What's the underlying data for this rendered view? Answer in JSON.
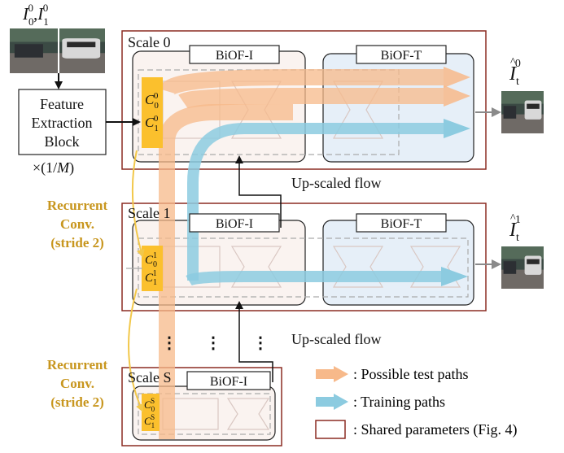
{
  "inputs": {
    "label_main": "I",
    "sub0": "0",
    "sup0": "0",
    "sub1": "1",
    "sup1": "0",
    "comma": ","
  },
  "feature_block": {
    "line1": "Feature",
    "line2": "Extraction",
    "line3": "Block",
    "scale": "×(1/",
    "scale_m": "M",
    "scale_close": ")"
  },
  "scales": [
    {
      "label": "Scale 0",
      "biof_i": "BiOF-I",
      "biof_t": "BiOF-T",
      "c_a": "C",
      "c_a_sub": "0",
      "c_a_sup": "0",
      "c_b": "C",
      "c_b_sub": "1",
      "c_b_sup": "0",
      "output": {
        "main": "I",
        "hat": "^",
        "sub": "t",
        "sup": "0"
      }
    },
    {
      "label": "Scale 1",
      "biof_i": "BiOF-I",
      "biof_t": "BiOF-T",
      "c_a": "C",
      "c_a_sub": "0",
      "c_a_sup": "1",
      "c_b": "C",
      "c_b_sub": "1",
      "c_b_sup": "1",
      "output": {
        "main": "I",
        "hat": "^",
        "sub": "t",
        "sup": "1"
      }
    },
    {
      "label": "Scale S",
      "biof_i": "BiOF-I",
      "c_a": "C",
      "c_a_sub": "0",
      "c_a_sup": "S",
      "c_b": "C",
      "c_b_sub": "1",
      "c_b_sup": "S"
    }
  ],
  "upscaled_flow": [
    "Up-scaled flow",
    "Up-scaled flow"
  ],
  "recurrent": [
    {
      "l1": "Recurrent",
      "l2": "Conv.",
      "l3": "(stride 2)"
    },
    {
      "l1": "Recurrent",
      "l2": "Conv.",
      "l3": "(stride 2)"
    }
  ],
  "ellipsis": "⋮",
  "legend": {
    "test": ": Possible test paths",
    "train": ": Training paths",
    "shared": ": Shared parameters (Fig. 4)"
  },
  "colors": {
    "scale_border": "#8b2c22",
    "orange_path": "#f7b98a",
    "blue_path": "#8ccbe0",
    "feature_yellow": "#fbc02d",
    "gold_text": "#c8961e",
    "biof_i_fill": "#faf3f0",
    "biof_t_fill": "#e6eff8"
  },
  "icons": [
    "photo-thumbnail",
    "arrow-right"
  ]
}
